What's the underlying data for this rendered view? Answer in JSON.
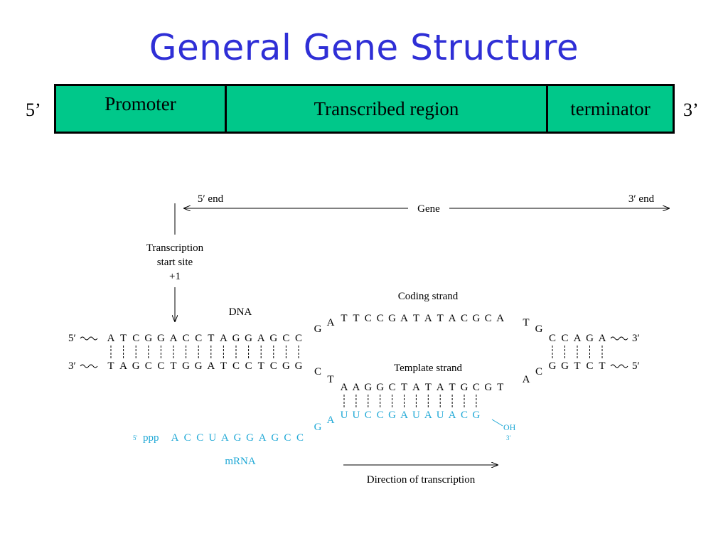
{
  "slide": {
    "title": "General Gene Structure"
  },
  "gene_bar": {
    "left_end": "5’",
    "right_end": "3’",
    "regions": [
      "Promoter",
      "Transcribed region",
      "terminator"
    ],
    "fill_color": "#00c88a"
  },
  "diagram": {
    "gene_label": "Gene",
    "five_prime_end": "5′ end",
    "three_prime_end": "3′ end",
    "tss_label_line1": "Transcription",
    "tss_label_line2": "start site",
    "tss_label_line3": "+1",
    "dna_label": "DNA",
    "coding_strand_label": "Coding strand",
    "template_strand_label": "Template strand",
    "mrna_label": "mRNA",
    "direction_label": "Direction of transcription",
    "strand_5": "5′",
    "strand_3": "3′",
    "coding_left": [
      "A",
      "T",
      "C",
      "G",
      "G",
      "A",
      "C",
      "C",
      "T",
      "A",
      "G",
      "G",
      "A",
      "G",
      "C",
      "C"
    ],
    "template_left": [
      "T",
      "A",
      "G",
      "C",
      "C",
      "T",
      "G",
      "G",
      "A",
      "T",
      "C",
      "C",
      "T",
      "C",
      "G",
      "G"
    ],
    "coding_bubble": [
      "T",
      "T",
      "C",
      "C",
      "G",
      "A",
      "T",
      "A",
      "T",
      "A",
      "C",
      "G",
      "C",
      "A"
    ],
    "template_bubble": [
      "A",
      "A",
      "G",
      "G",
      "C",
      "T",
      "A",
      "T",
      "A",
      "T",
      "G",
      "C",
      "G",
      "T"
    ],
    "coding_right": [
      "C",
      "C",
      "A",
      "G",
      "A"
    ],
    "template_right": [
      "G",
      "G",
      "T",
      "C",
      "T"
    ],
    "coding_turn_left": [
      "G",
      "A"
    ],
    "template_turn_left": [
      "C",
      "T"
    ],
    "coding_turn_right": [
      "T",
      "G"
    ],
    "template_turn_right": [
      "A",
      "C"
    ],
    "mrna_5prime": "5′",
    "mrna_ppp": "ppp",
    "mrna_left": [
      "A",
      "C",
      "C",
      "U",
      "A",
      "G",
      "G",
      "A",
      "G",
      "C",
      "C"
    ],
    "mrna_turn": [
      "G",
      "A"
    ],
    "mrna_bubble": [
      "U",
      "U",
      "C",
      "C",
      "G",
      "A",
      "U",
      "A",
      "U",
      "A",
      "C",
      "G"
    ],
    "mrna_oh": "OH",
    "mrna_3prime": "3′",
    "mrna_color": "#1fa8d6"
  }
}
